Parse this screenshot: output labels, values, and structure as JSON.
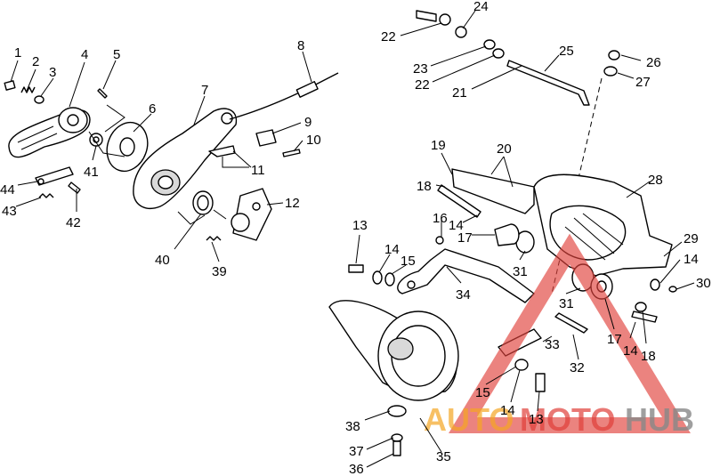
{
  "callouts": {
    "c1": "1",
    "c2": "2",
    "c3": "3",
    "c4": "4",
    "c5": "5",
    "c6": "6",
    "c7": "7",
    "c8": "8",
    "c9": "9",
    "c10": "10",
    "c11": "11",
    "c12": "12",
    "c13a": "13",
    "c13b": "13",
    "c14a": "14",
    "c14b": "14",
    "c14c": "14",
    "c14d": "14",
    "c14e": "14",
    "c15a": "15",
    "c15b": "15",
    "c16": "16",
    "c17a": "17",
    "c17b": "17",
    "c18a": "18",
    "c18b": "18",
    "c19": "19",
    "c20": "20",
    "c21": "21",
    "c22a": "22",
    "c22b": "22",
    "c23": "23",
    "c24": "24",
    "c25": "25",
    "c26": "26",
    "c27": "27",
    "c28": "28",
    "c29": "29",
    "c30": "30",
    "c31a": "31",
    "c31b": "31",
    "c32": "32",
    "c33": "33",
    "c34": "34",
    "c35": "35",
    "c36": "36",
    "c37": "37",
    "c38": "38",
    "c39": "39",
    "c40": "40",
    "c41": "41",
    "c42": "42",
    "c43": "43",
    "c44": "44"
  },
  "watermark": {
    "part1": "AUTO",
    "part2": "MOTO",
    "part3": "HUB",
    "color_orange": "#f5a623",
    "color_red": "#e0403a",
    "color_grey": "#888888"
  }
}
